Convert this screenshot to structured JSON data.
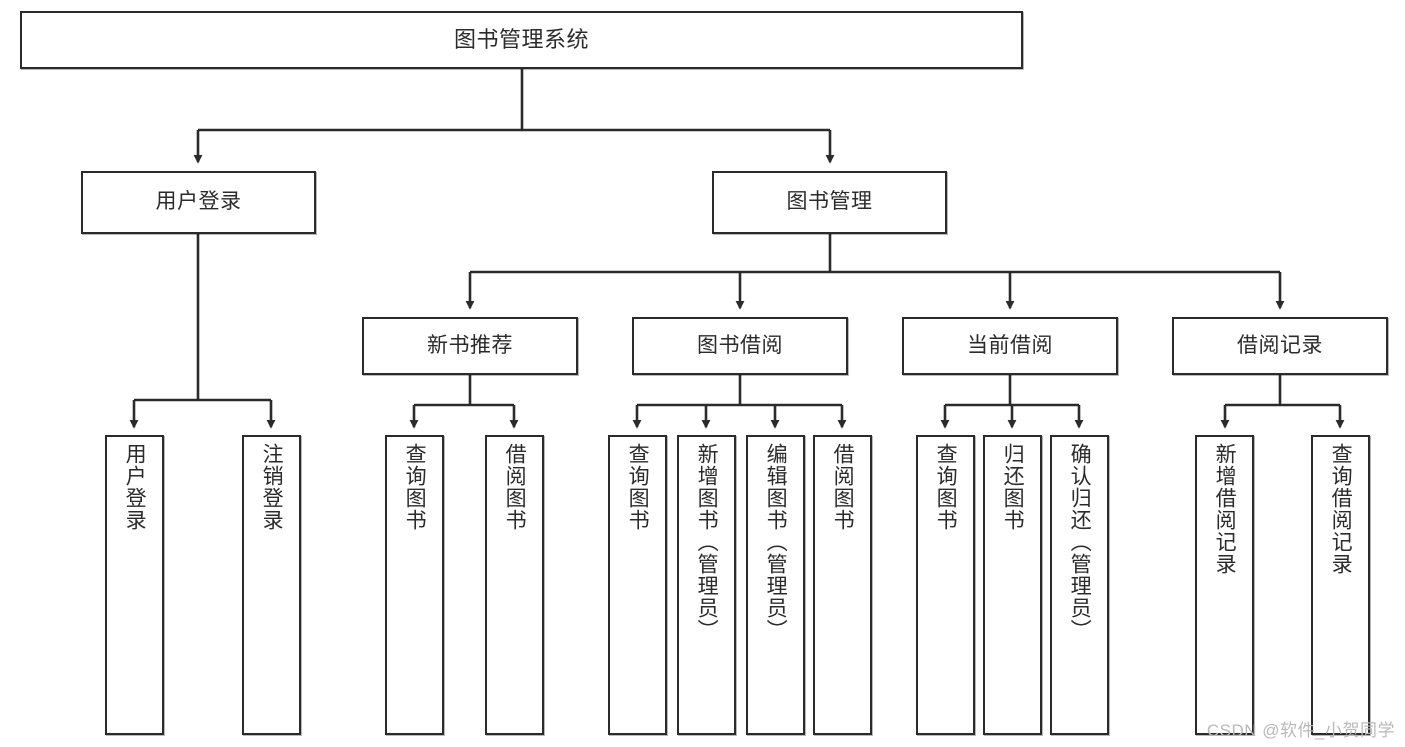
{
  "diagram": {
    "title": "图书管理系统",
    "type": "tree",
    "watermark": "CSDN @软件_小贺同学",
    "line_color": "#2b2b2b",
    "box_fill": "#ffffff",
    "text_color": "#2b2b2b",
    "levels": 4
  },
  "nodes": {
    "root": {
      "label": "图书管理系统"
    },
    "level2": [
      {
        "label": "用户登录"
      },
      {
        "label": "图书管理"
      }
    ],
    "level3": [
      {
        "label": "新书推荐"
      },
      {
        "label": "图书借阅"
      },
      {
        "label": "当前借阅"
      },
      {
        "label": "借阅记录"
      }
    ],
    "leaves": {
      "user_login": [
        {
          "label": "用户登录"
        },
        {
          "label": "注销登录"
        }
      ],
      "new_book_recommend": [
        {
          "label": "查询图书"
        },
        {
          "label": "借阅图书"
        }
      ],
      "book_borrow": [
        {
          "label": "查询图书"
        },
        {
          "label": "新增图书（管理员）"
        },
        {
          "label": "编辑图书（管理员）"
        },
        {
          "label": "借阅图书"
        }
      ],
      "current_borrow": [
        {
          "label": "查询图书"
        },
        {
          "label": "归还图书"
        },
        {
          "label": "确认归还（管理员）"
        }
      ],
      "borrow_record": [
        {
          "label": "新增借阅记录"
        },
        {
          "label": "查询借阅记录"
        }
      ]
    }
  }
}
